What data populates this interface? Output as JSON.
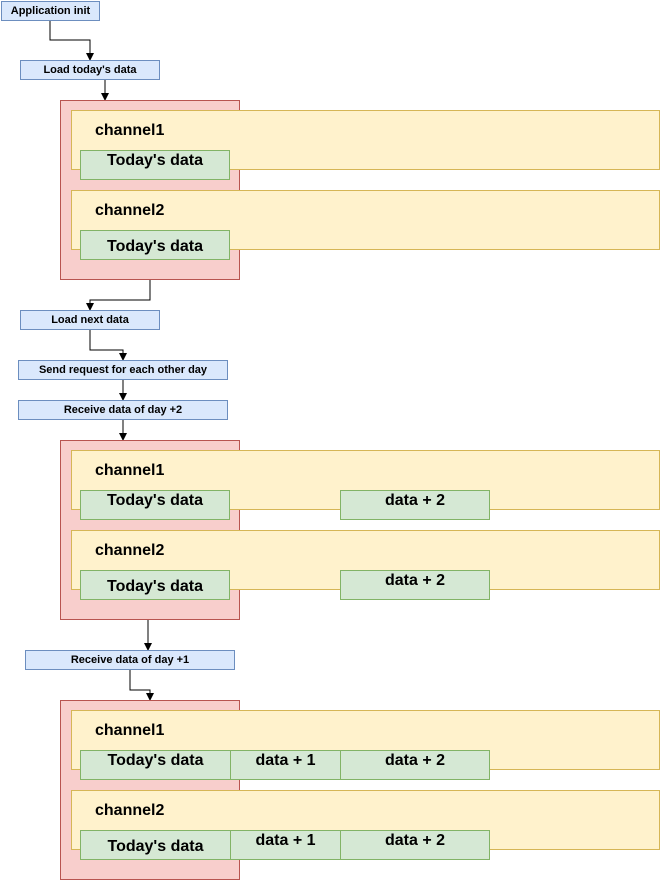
{
  "steps": {
    "app_init": "Application init",
    "load_today": "Load today's data",
    "load_next": "Load next data",
    "send_request": "Send request for each other day",
    "receive_plus2": "Receive data of day +2",
    "receive_plus1": "Receive data of day +1"
  },
  "groups": [
    {
      "channels": [
        {
          "label": "channel1",
          "today": "Today's data"
        },
        {
          "label": "channel2",
          "today": "Today's data"
        }
      ]
    },
    {
      "channels": [
        {
          "label": "channel1",
          "today": "Today's data",
          "plus2": "data + 2"
        },
        {
          "label": "channel2",
          "today": "Today's data",
          "plus2": "data + 2"
        }
      ]
    },
    {
      "channels": [
        {
          "label": "channel1",
          "today": "Today's data",
          "plus1": "data + 1",
          "plus2": "data + 2"
        },
        {
          "label": "channel2",
          "today": "Today's data",
          "plus1": "data + 1",
          "plus2": "data + 2"
        }
      ]
    }
  ],
  "colors": {
    "step_fill": "#dae8fc",
    "step_stroke": "#6c8ebf",
    "group_fill": "#f8cecc",
    "group_stroke": "#b85450",
    "channel_fill": "#fff2cc",
    "channel_stroke": "#d6b656",
    "data_fill": "#d5e8d4",
    "data_stroke": "#82b366"
  }
}
